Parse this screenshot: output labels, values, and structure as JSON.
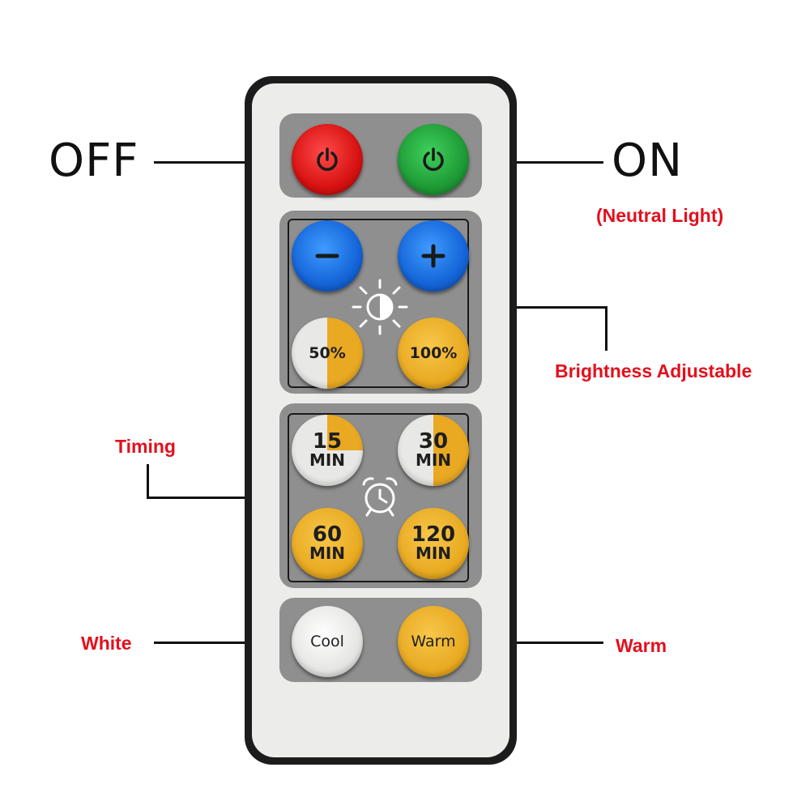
{
  "labels": {
    "off": "OFF",
    "on": "ON",
    "on_note": "(Neutral Light)",
    "brightness": "Brightness Adjustable",
    "timing": "Timing",
    "white": "White",
    "warm": "Warm"
  },
  "buttons": {
    "brightness_half": "50%",
    "brightness_full": "100%",
    "timer_15_num": "15",
    "timer_30_num": "30",
    "timer_60_num": "60",
    "timer_120_num": "120",
    "min_unit": "MIN",
    "cool": "Cool",
    "warm": "Warm"
  },
  "icons": {
    "power": "power-icon",
    "minus": "minus-icon",
    "plus": "plus-icon",
    "brightness": "sun-half-icon",
    "timer": "alarm-clock-icon"
  },
  "colors": {
    "off_button": "#d71212",
    "on_button": "#1f9a36",
    "brightness_buttons": "#1565d8",
    "amber": "#eaa922",
    "label_red": "#e3101c"
  }
}
